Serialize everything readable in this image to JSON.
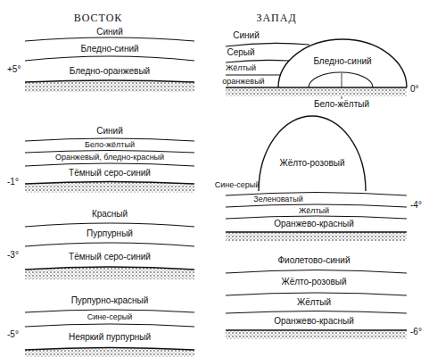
{
  "diagram": {
    "nodes": [
      {
        "text": [
          "Бледно-синий"
        ]
      },
      {
        "text": [
          "Жёлто-розовый"
        ]
      }
    ],
    "labels": [
      "ВОСТОК",
      "ЗАПАД",
      "Синий",
      "Бледно-синий",
      "+5°",
      "Бледно-оранжевый",
      "Синий",
      "Бело-жёлтый",
      "Оранжевый, бледно-красный",
      "Тёмный серо-синий",
      "-1°",
      "Красный",
      "Пурпурный",
      "-3°",
      "Тёмный серо-синий",
      "Пурпурно-красный",
      "Сине-серый",
      "-5°",
      "Неяркий пурпурный",
      "Синий",
      "Серый",
      "Жёлтый",
      "оранжевый",
      "0°",
      "Бело-жёлтый",
      "Сине-серый",
      "Зеленоватый",
      "-4°",
      "Жёлтый",
      "Оранжево-красный",
      "Фиолетово-синий",
      "Жёлто-розовый",
      "Жёлтый",
      "Оранжево-красный",
      "-6°"
    ]
  }
}
